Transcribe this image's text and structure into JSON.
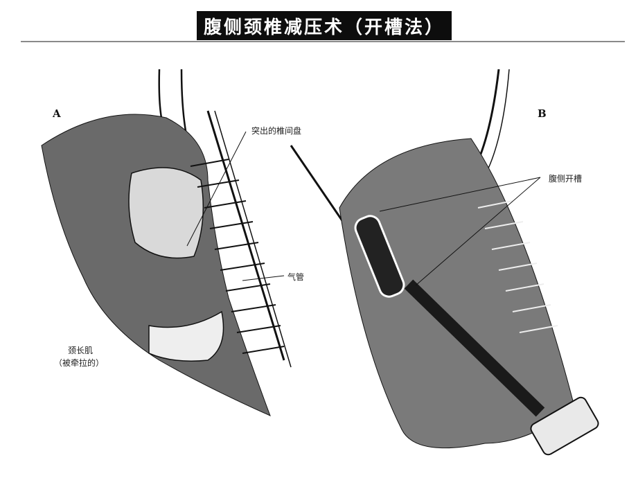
{
  "title": "腹侧颈椎减压术（开槽法）",
  "panels": {
    "a": {
      "letter": "A",
      "labels": {
        "disc": "突出的椎间盘",
        "trachea": "气管",
        "longus_line1": "颈长肌",
        "longus_line2": "（被牵拉的）"
      }
    },
    "b": {
      "letter": "B",
      "labels": {
        "slot": "腹侧开槽"
      }
    }
  },
  "colors": {
    "title_bg": "#0d0d0d",
    "title_fg": "#ffffff",
    "rule": "#8a8a8a",
    "ink": "#111111"
  }
}
